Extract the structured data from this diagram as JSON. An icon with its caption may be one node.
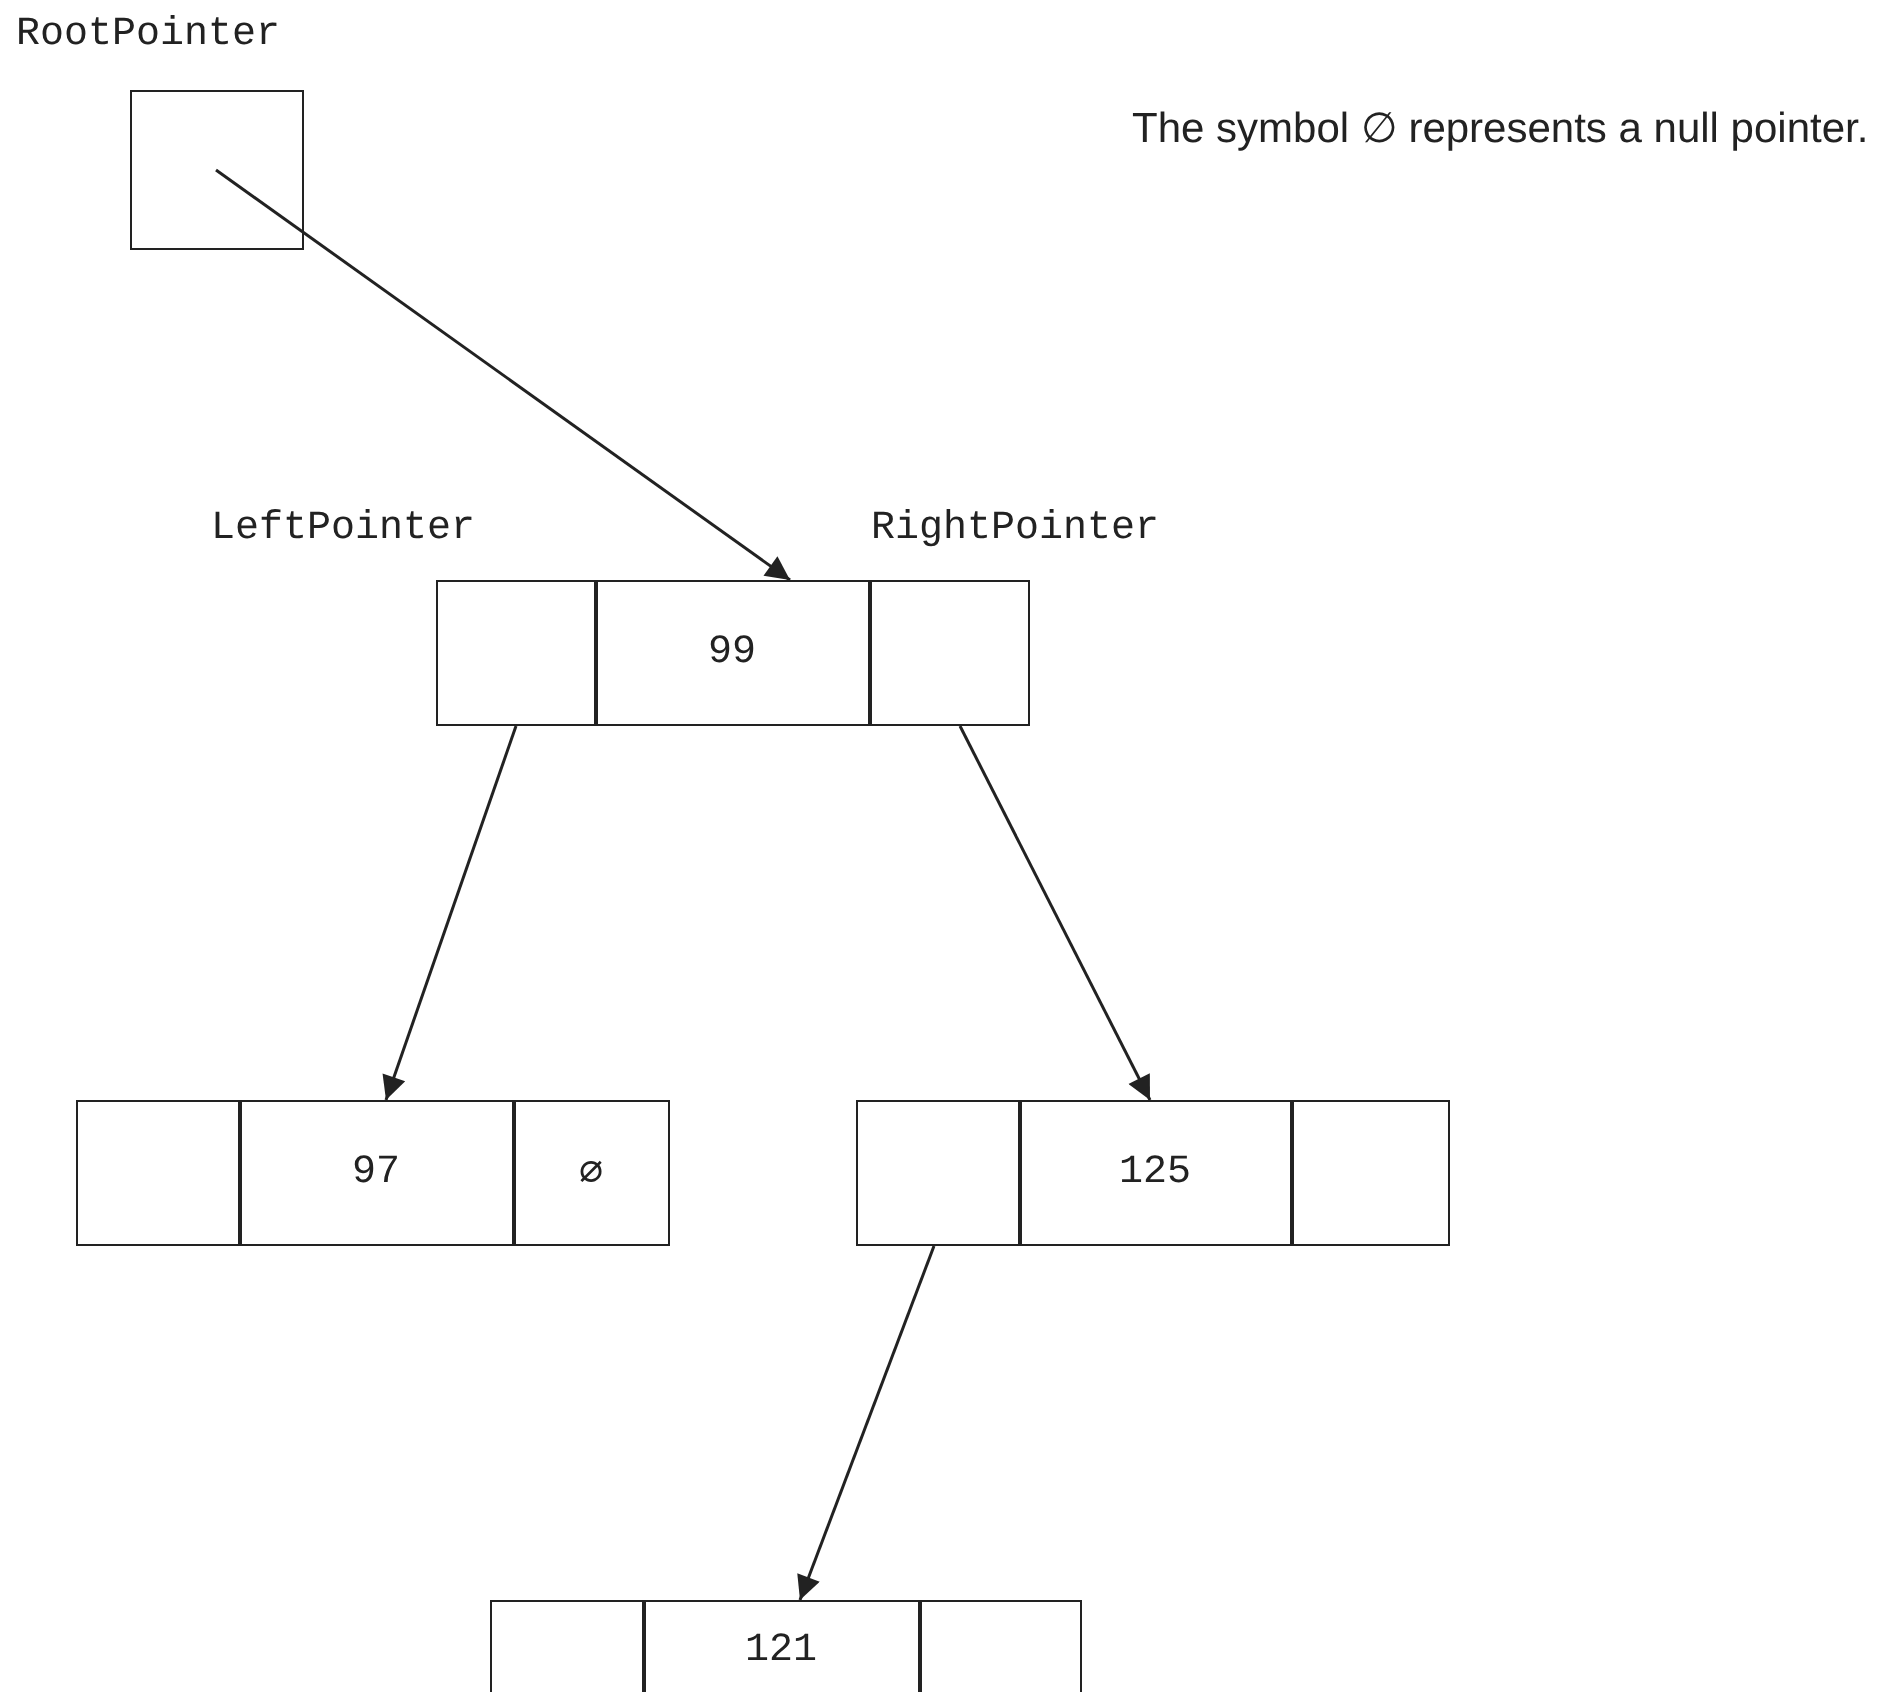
{
  "diagram": {
    "nodes": [
      {
        "text": [
          "RootPointer"
        ]
      },
      {
        "text": [],
        "shape": "box"
      },
      {
        "text": [],
        "shape": "box",
        "in": 1,
        "beside": [
          "LeftPointer"
        ]
      },
      {
        "text": [
          "99"
        ],
        "in": 1
      },
      {
        "text": [],
        "shape": "box",
        "in": 1,
        "beside": [
          "RightPointer"
        ]
      },
      {
        "text": [],
        "shape": "box"
      },
      {
        "text": [],
        "shape": "box",
        "in": 5
      },
      {
        "text": [
          "97"
        ],
        "in": 5
      },
      {
        "text": [
          "∅"
        ],
        "in": 5
      },
      {
        "text": [],
        "shape": "box"
      },
      {
        "text": [],
        "shape": "box",
        "in": 9
      },
      {
        "text": [
          "125"
        ],
        "in": 9
      },
      {
        "text": [],
        "shape": "box",
        "in": 9
      },
      {
        "text": [],
        "shape": "box"
      },
      {
        "text": [],
        "shape": "box",
        "in": 13
      },
      {
        "text": [
          "121"
        ],
        "in": 13
      },
      {
        "text": [],
        "shape": "box",
        "in": 13
      }
    ],
    "edges": [
      {
        "from": 0,
        "to": 1,
        "arrow": "to"
      },
      {
        "from": 2,
        "to": 5,
        "arrow": "to"
      },
      {
        "from": 4,
        "to": 9,
        "arrow": "to"
      },
      {
        "from": 10,
        "to": 13,
        "arrow": "to"
      }
    ],
    "labels": [
      "The symbol ∅ represents a null pointer."
    ]
  }
}
